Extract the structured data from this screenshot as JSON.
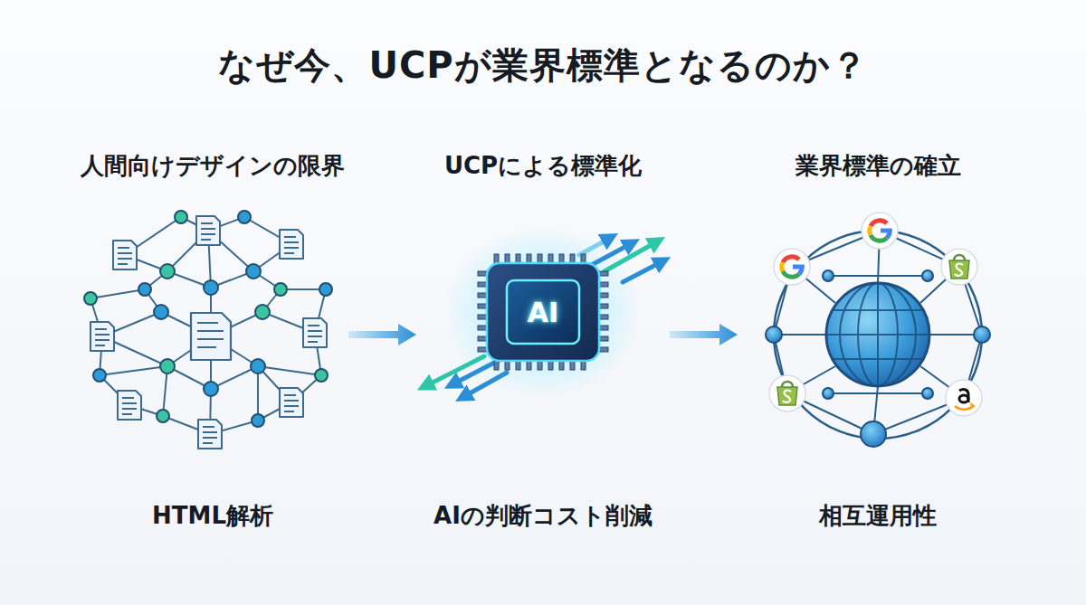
{
  "diagram": {
    "title": "なぜ今、UCPが業界標準となるのか？",
    "nodes": [
      {
        "text": [
          "人間向けデザインの限界",
          "HTML解析"
        ]
      },
      {
        "text": [
          "UCPによる標準化",
          "AIの判断コスト削減"
        ]
      },
      {
        "text": [
          "業界標準の確立",
          "相互運用性"
        ]
      }
    ],
    "edges": [
      {
        "from": 0,
        "to": 1,
        "arrow": "to"
      },
      {
        "from": 1,
        "to": 2,
        "arrow": "to"
      }
    ],
    "labels": [
      "AI"
    ]
  }
}
